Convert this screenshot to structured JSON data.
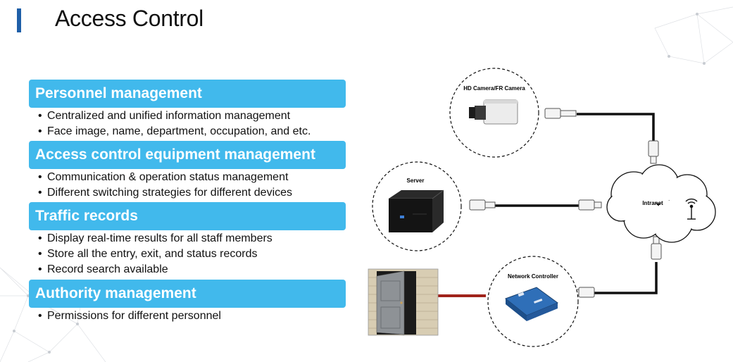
{
  "page": {
    "title": "Access Control"
  },
  "sections": [
    {
      "header": "Personnel management",
      "bullets": [
        "Centralized and unified information management",
        "Face image, name, department, occupation, and etc."
      ]
    },
    {
      "header": "Access control equipment management",
      "bullets": [
        "Communication & operation status management",
        "Different switching strategies for different devices"
      ]
    },
    {
      "header": "Traffic records",
      "bullets": [
        "Display real-time results for all staff members",
        "Store all the entry, exit, and status records",
        "Record search available"
      ]
    },
    {
      "header": "Authority management",
      "bullets": [
        "Permissions for different personnel"
      ]
    }
  ],
  "diagram": {
    "nodes": {
      "camera": "HD Camera/FR Camera",
      "server": "Server",
      "intranet": "Intranet",
      "controller": "Network Controller"
    },
    "icons": [
      "camera-icon",
      "server-icon",
      "cloud-icon",
      "wifi-antenna-icon",
      "network-controller-icon",
      "door-icon",
      "rj45-connector-icon"
    ],
    "colors": {
      "accent": "#41b9ec",
      "title_bar": "#1f5fa8",
      "door_link": "#a0231b",
      "cable": "#111111"
    }
  }
}
